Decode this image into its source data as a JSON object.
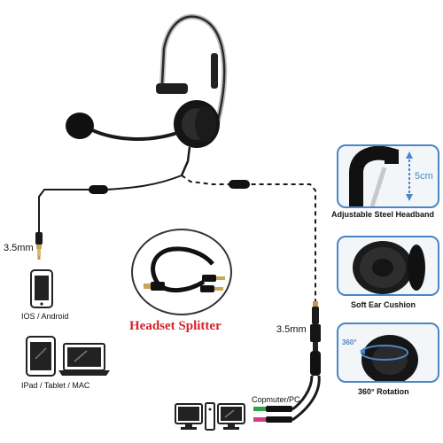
{
  "labels": {
    "jack_left": "3.5mm",
    "jack_right": "3.5mm",
    "ios_android": "IOS / Android",
    "ipad_tablet_mac": "IPad / Tablet / MAC",
    "computer_pc": "Copmuter/PC",
    "headset_splitter": "Headset Splitter"
  },
  "callouts": {
    "headband": {
      "title": "Adjustable Steel Headband",
      "measure": "5cm"
    },
    "cushion": {
      "title": "Soft Ear Cushion"
    },
    "rotation": {
      "title": "360° Rotation",
      "badge": "360°"
    }
  },
  "colors": {
    "accent_blue": "#4a86c5",
    "splitter_red": "#d4232a",
    "cable": "#1a1a1a"
  },
  "icons": [
    "headset-image",
    "smartphone-icon",
    "tablet-icon",
    "laptop-icon",
    "desktop-pc-icon",
    "splitter-cable-image"
  ]
}
